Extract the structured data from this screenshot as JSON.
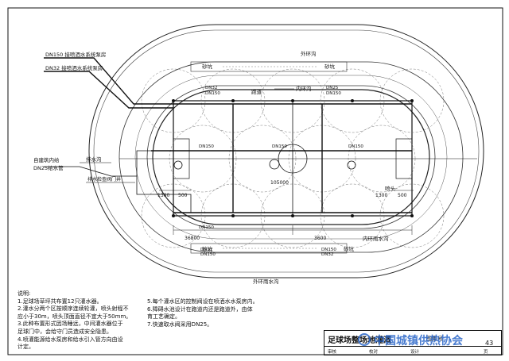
{
  "pipes": {
    "dn150_main": "DN150 接喷洒水系统泵房",
    "dn32_main": "DN32 接喷洒水系统泵房",
    "tap_water": "自建筑内给",
    "dn25_supply": "DN25给水管",
    "drain_trench": "排水沟",
    "valve_well": "排水检查阀门井"
  },
  "labels": {
    "outer_drain_top": "外环沟",
    "outer_drain_bottom": "外环雨水沟",
    "inner_drain_top": "内环沟",
    "inner_drain_right": "内环雨水沟",
    "sand_pit": "砂坑",
    "track": "跑道",
    "sprinkler": "喷头"
  },
  "dims": {
    "d_top_a": "DN32",
    "d_top_b": "DN150",
    "d_top_c": "DN25",
    "d_top_d": "DN150",
    "d_mid_l": "DN150",
    "d_mid_c": "DN150",
    "d_mid_r": "DN150",
    "d_bot_a": "DN150",
    "d_bot_l1": "DN32",
    "d_bot_l2": "DN150",
    "d_bot_r1": "DN150",
    "d_bot_r2": "DN32",
    "w_total": "105000",
    "w_half": "36800",
    "w_half_r": "3600",
    "h_left": "1300",
    "w_left": "500",
    "h_right": "1300",
    "w_right": "500"
  },
  "notes": {
    "heading": "说明:",
    "col1": [
      "1.足球场草坪共布置12只灌水器。",
      "2.灌水分两个区按顺序连续轮灌，喷头射程不",
      "  应小于30m，喷头顶面直径不宜大于50mm。",
      "3.此种布置形式因场睡远，中间灌水器位于",
      "  足球门中，会给守门员造成安全隐患。",
      "4.喷灌能源给水泵房和给水引入管方向由设",
      "  计定。"
    ],
    "col2": [
      "5.每个灌水区的控制阀设在喷洒水水泵房内。",
      "6.障碍水池设计在跑道内还是跑道外，由体",
      "  育工艺确定。",
      "7.快速取水阀采用DN25。"
    ]
  },
  "titleblock": {
    "main": "足球场整场地灌溉",
    "atlas": "图集号",
    "sig": [
      "审核",
      "校对",
      "设计",
      "页"
    ],
    "page": "43"
  },
  "watermark": {
    "text": "中国城镇供热协会"
  }
}
